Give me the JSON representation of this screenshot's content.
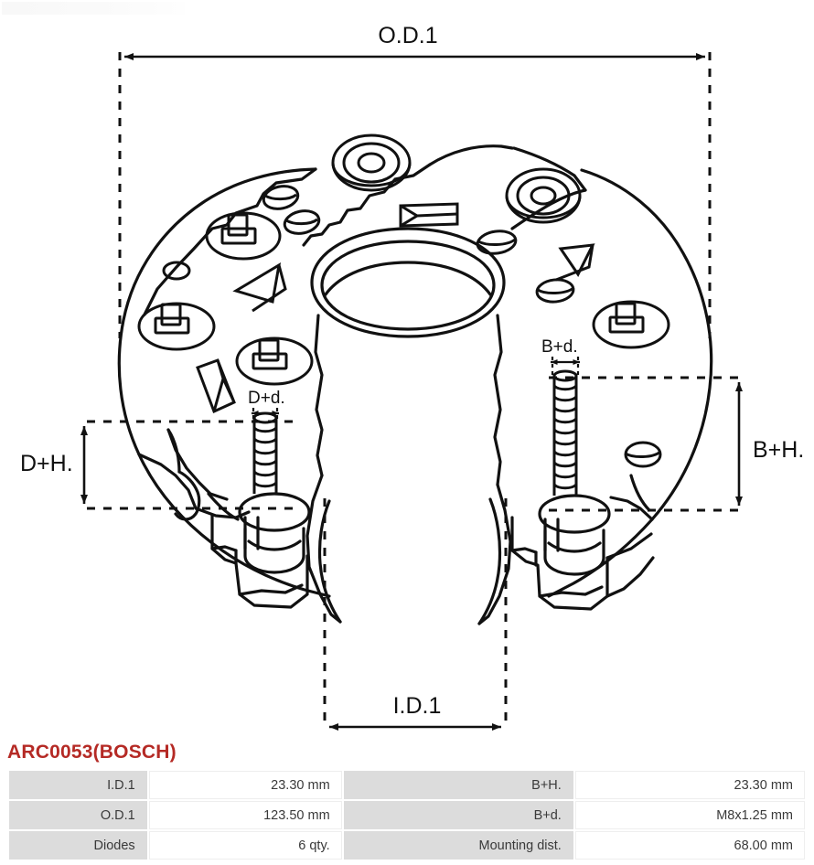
{
  "part": {
    "title": "ARC0053(BOSCH)",
    "title_color": "#b52a25"
  },
  "drawing": {
    "type": "technical-line-drawing",
    "subject": "alternator rectifier end cover isometric view",
    "dimension_labels": {
      "od1": "O.D.1",
      "id1": "I.D.1",
      "dh": "D+H.",
      "dd": "D+d.",
      "bh": "B+H.",
      "bd": "B+d."
    }
  },
  "spec_table": {
    "rows": [
      {
        "label_left": "I.D.1",
        "value_left": "23.30 mm",
        "label_right": "B+H.",
        "value_right": "23.30 mm"
      },
      {
        "label_left": "O.D.1",
        "value_left": "123.50 mm",
        "label_right": "B+d.",
        "value_right": "M8x1.25 mm"
      },
      {
        "label_left": "Diodes",
        "value_left": "6 qty.",
        "label_right": "Mounting dist.",
        "value_right": "68.00 mm"
      }
    ]
  }
}
